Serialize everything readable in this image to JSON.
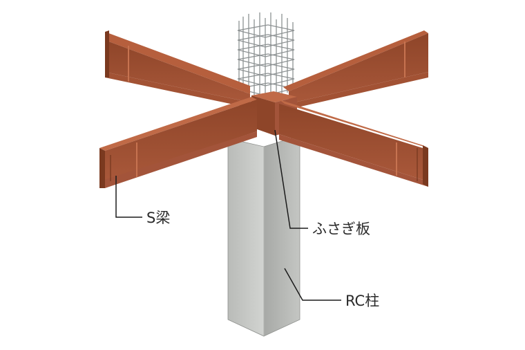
{
  "labels": {
    "s_beam": "S梁",
    "cover_plate": "ふさぎ板",
    "rc_column": "RC柱"
  },
  "colors": {
    "steel_top": "#b35c3a",
    "steel_side": "#8a4328",
    "steel_dark": "#5c2c18",
    "concrete_light": "#c9cbc8",
    "concrete_dark": "#9fa19e",
    "rebar": "#8c9192"
  }
}
